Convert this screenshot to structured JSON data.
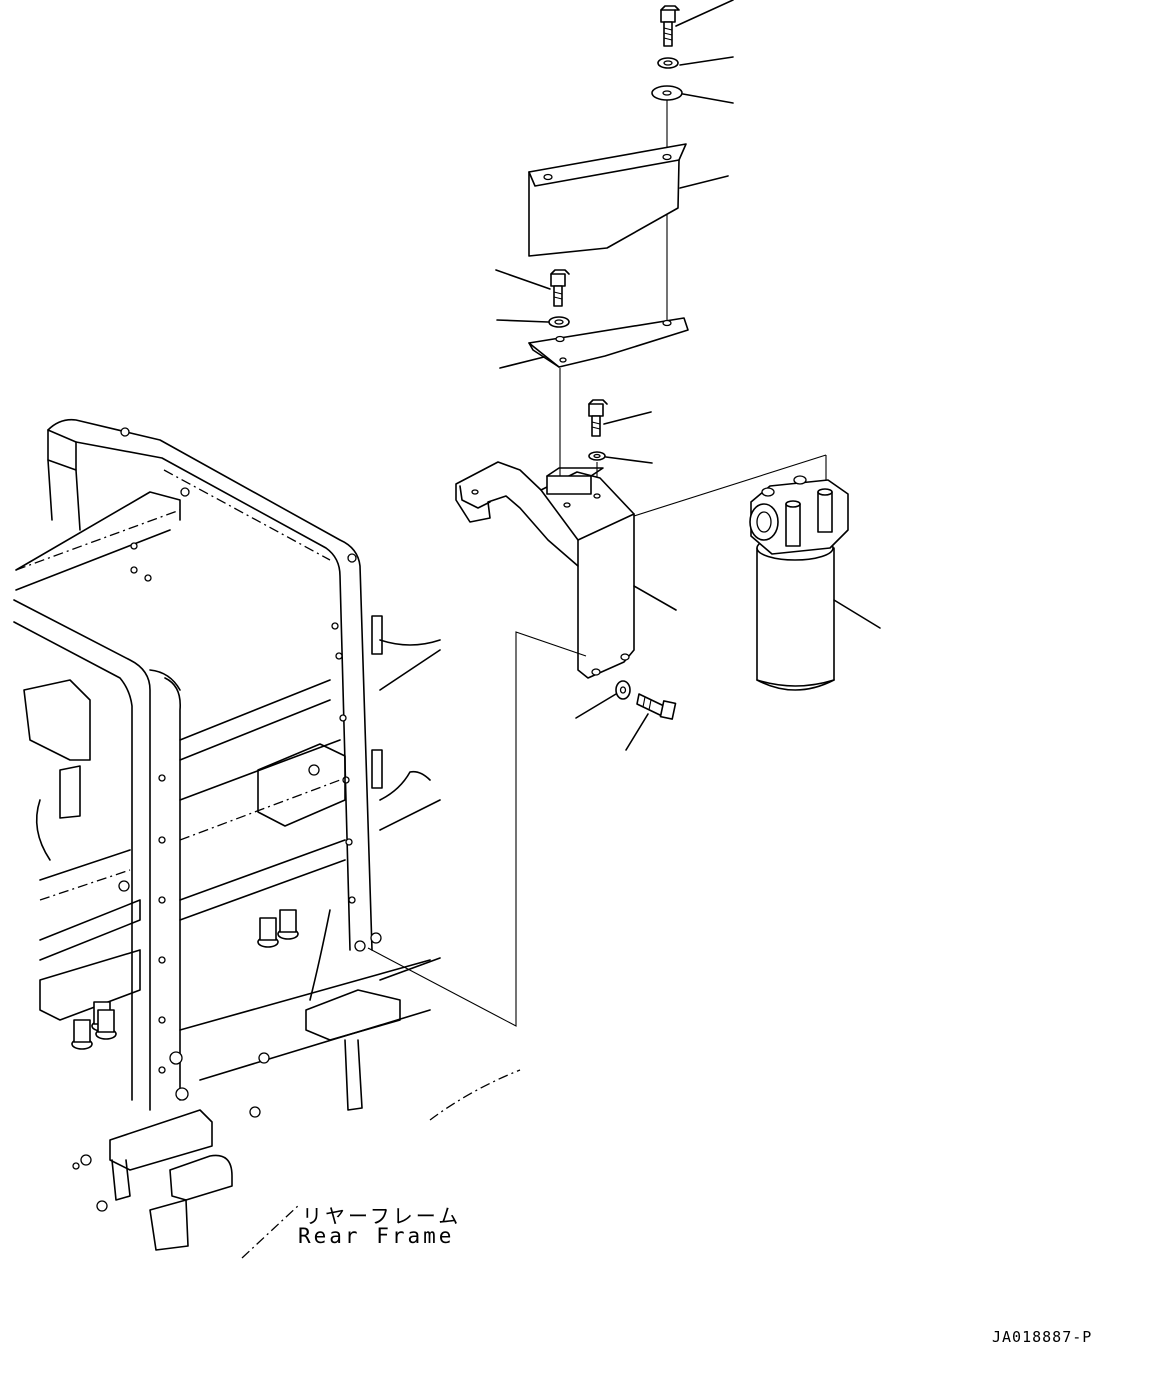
{
  "labels": {
    "frame_jp": "リヤーフレーム",
    "frame_en": "Rear Frame"
  },
  "drawing_id": "JA018887-P"
}
